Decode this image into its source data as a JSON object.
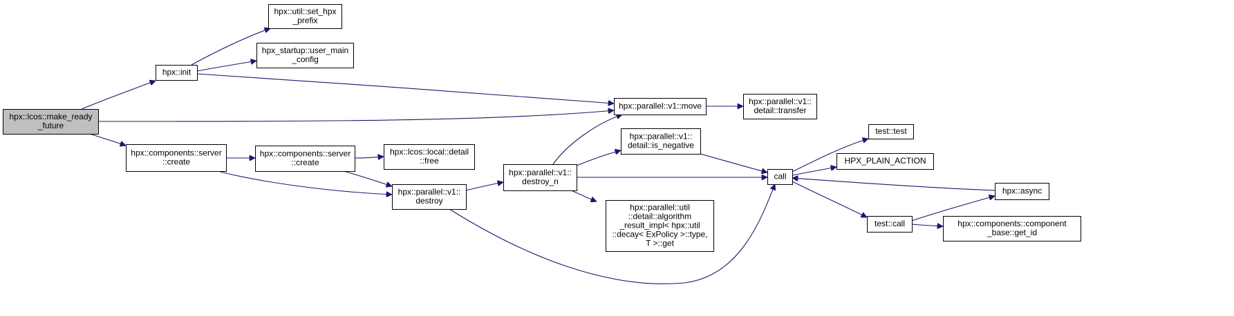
{
  "diagram": {
    "type": "call-graph",
    "nodes": [
      {
        "id": "make_ready_future",
        "lines": [
          "hpx::lcos::make_ready",
          "_future"
        ],
        "root": true
      },
      {
        "id": "init",
        "lines": [
          "hpx::init"
        ]
      },
      {
        "id": "set_hpx_prefix",
        "lines": [
          "hpx::util::set_hpx",
          "_prefix"
        ]
      },
      {
        "id": "user_main_config",
        "lines": [
          "hpx_startup::user_main",
          "_config"
        ]
      },
      {
        "id": "server_create_1",
        "lines": [
          "hpx::components::server",
          "::create"
        ]
      },
      {
        "id": "server_create_2",
        "lines": [
          "hpx::components::server",
          "::create"
        ]
      },
      {
        "id": "local_detail_free",
        "lines": [
          "hpx::lcos::local::detail",
          "::free"
        ]
      },
      {
        "id": "destroy",
        "lines": [
          "hpx::parallel::v1::",
          "destroy"
        ]
      },
      {
        "id": "destroy_n",
        "lines": [
          "hpx::parallel::v1::",
          "destroy_n"
        ]
      },
      {
        "id": "move",
        "lines": [
          "hpx::parallel::v1::move"
        ]
      },
      {
        "id": "transfer",
        "lines": [
          "hpx::parallel::v1::",
          "detail::transfer"
        ]
      },
      {
        "id": "is_negative",
        "lines": [
          "hpx::parallel::v1::",
          "detail::is_negative"
        ]
      },
      {
        "id": "algorithm_result_get",
        "lines": [
          "hpx::parallel::util",
          "::detail::algorithm",
          "_result_impl< hpx::util",
          "::decay< ExPolicy >::type,",
          "T >::get"
        ]
      },
      {
        "id": "call",
        "lines": [
          "call"
        ]
      },
      {
        "id": "test_test",
        "lines": [
          "test::test"
        ]
      },
      {
        "id": "plain_action",
        "lines": [
          "HPX_PLAIN_ACTION"
        ]
      },
      {
        "id": "test_call",
        "lines": [
          "test::call"
        ]
      },
      {
        "id": "async",
        "lines": [
          "hpx::async"
        ]
      },
      {
        "id": "get_id",
        "lines": [
          "hpx::components::component",
          "_base::get_id"
        ]
      }
    ],
    "edges": [
      {
        "from": "make_ready_future",
        "to": "init"
      },
      {
        "from": "make_ready_future",
        "to": "move"
      },
      {
        "from": "make_ready_future",
        "to": "server_create_1"
      },
      {
        "from": "init",
        "to": "set_hpx_prefix"
      },
      {
        "from": "init",
        "to": "user_main_config"
      },
      {
        "from": "init",
        "to": "move"
      },
      {
        "from": "server_create_1",
        "to": "server_create_2"
      },
      {
        "from": "server_create_1",
        "to": "destroy"
      },
      {
        "from": "server_create_2",
        "to": "local_detail_free"
      },
      {
        "from": "server_create_2",
        "to": "destroy"
      },
      {
        "from": "destroy",
        "to": "destroy_n"
      },
      {
        "from": "destroy",
        "to": "call"
      },
      {
        "from": "destroy_n",
        "to": "move"
      },
      {
        "from": "destroy_n",
        "to": "is_negative"
      },
      {
        "from": "destroy_n",
        "to": "call"
      },
      {
        "from": "destroy_n",
        "to": "algorithm_result_get"
      },
      {
        "from": "move",
        "to": "transfer"
      },
      {
        "from": "is_negative",
        "to": "call"
      },
      {
        "from": "call",
        "to": "test_test"
      },
      {
        "from": "call",
        "to": "plain_action"
      },
      {
        "from": "call",
        "to": "test_call"
      },
      {
        "from": "test_call",
        "to": "async"
      },
      {
        "from": "test_call",
        "to": "get_id"
      },
      {
        "from": "async",
        "to": "call"
      }
    ]
  }
}
